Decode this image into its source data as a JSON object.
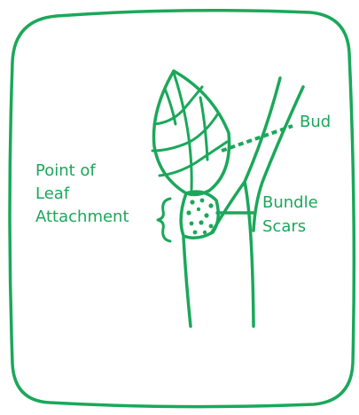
{
  "colors": {
    "ink": "#1aa85a",
    "background": "#ffffff"
  },
  "labels": {
    "bud": "Bud",
    "point_of_leaf_attachment": [
      "Point of",
      "Leaf",
      "Attachment"
    ],
    "bundle_scars": [
      "Bundle",
      "Scars"
    ]
  }
}
